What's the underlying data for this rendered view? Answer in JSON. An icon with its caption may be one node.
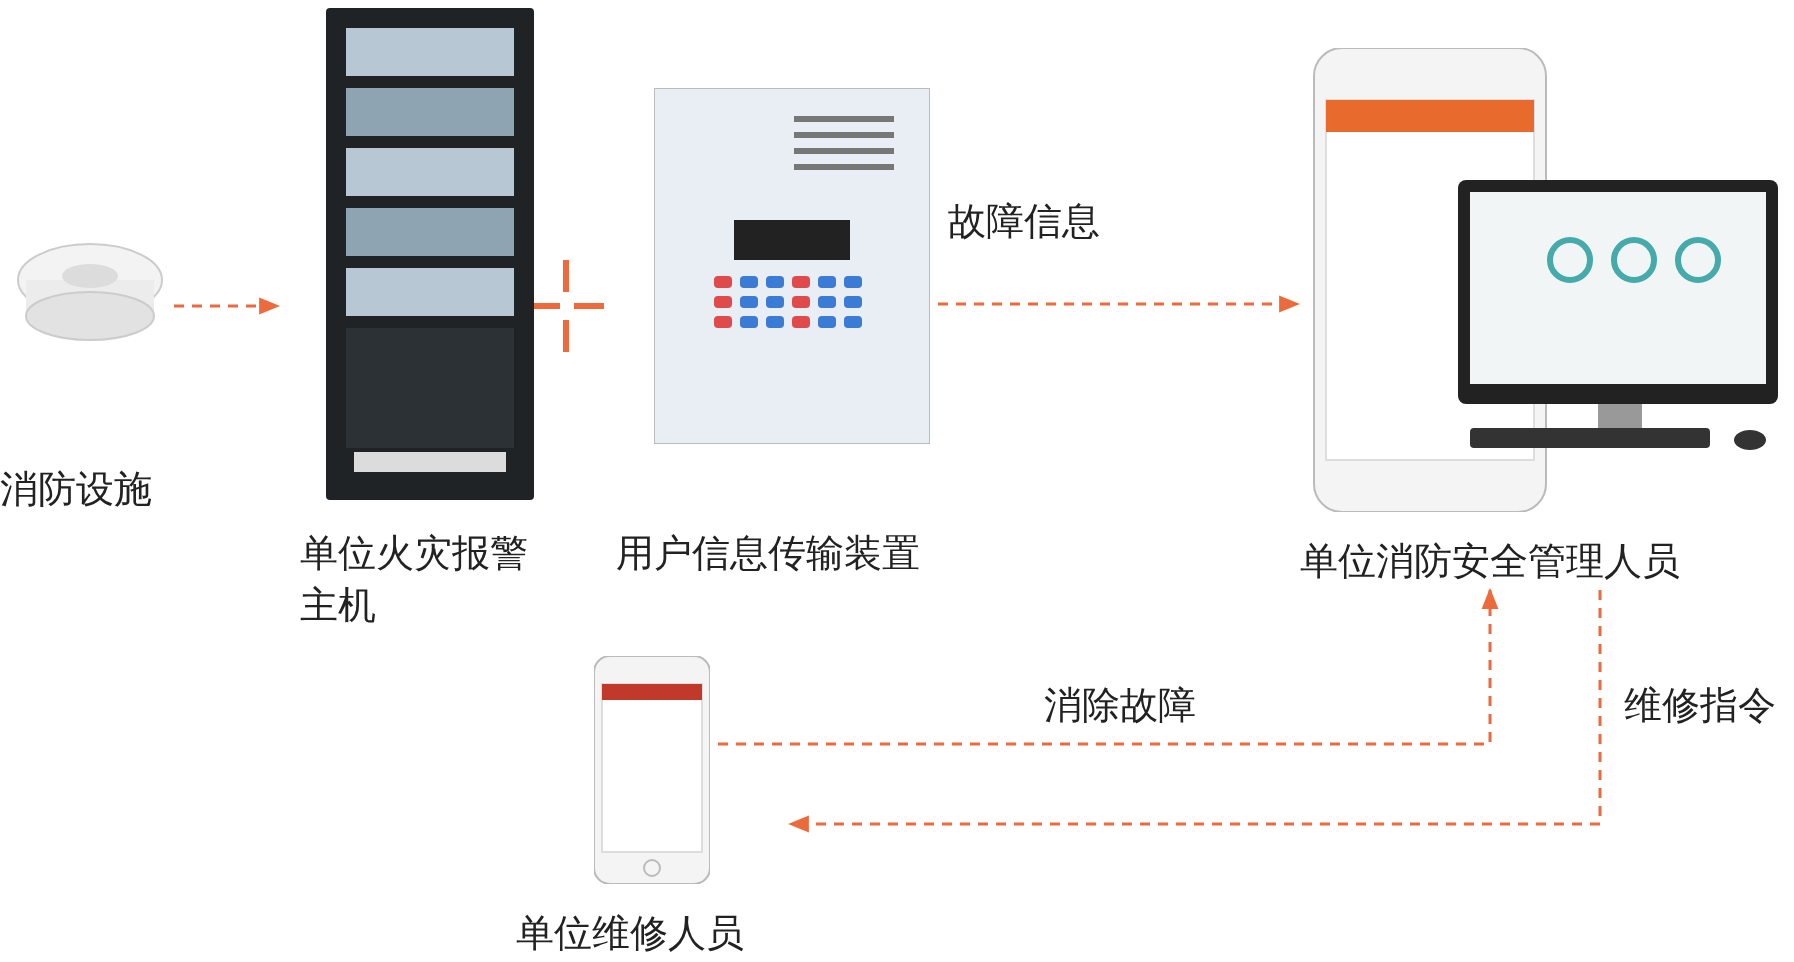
{
  "diagram": {
    "nodes": [
      {
        "text": [
          "消防设施"
        ]
      },
      {
        "text": [
          "单位火灾报警主机"
        ]
      },
      {
        "text": [
          "用户信息传输装置"
        ]
      },
      {
        "text": [
          "单位消防安全管理人员"
        ]
      },
      {
        "text": [
          "单位维修人员"
        ]
      }
    ],
    "edges": [
      {
        "from": 0,
        "to": 1,
        "arrow": "to",
        "style": "dashed"
      },
      {
        "from": 2,
        "to": 3,
        "arrow": "to",
        "label": "故障信息",
        "style": "dashed"
      },
      {
        "from": 4,
        "to": 3,
        "arrow": "to",
        "label": "消除故障",
        "style": "dashed"
      },
      {
        "from": 3,
        "to": 4,
        "arrow": "to",
        "label": "维修指令",
        "style": "dashed"
      }
    ]
  }
}
